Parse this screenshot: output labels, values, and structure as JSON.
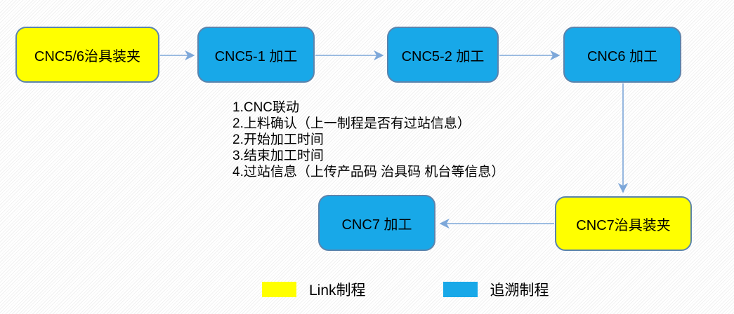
{
  "diagram": {
    "nodes": [
      {
        "label": "CNC5/6治具装夹",
        "type": "link"
      },
      {
        "label": "CNC5-1 加工",
        "type": "trace"
      },
      {
        "label": "CNC5-2 加工",
        "type": "trace"
      },
      {
        "label": "CNC6 加工",
        "type": "trace"
      },
      {
        "label": "CNC7 加工",
        "type": "trace"
      },
      {
        "label": "CNC7治具装夹",
        "type": "link"
      }
    ],
    "annotation": {
      "lines": [
        "1.CNC联动",
        "2.上料确认（上一制程是否有过站信息）",
        "2.开始加工时间",
        "3.结束加工时间",
        "4.过站信息（上传产品码 治具码 机台等信息）"
      ]
    },
    "legend": {
      "items": [
        {
          "label": "Link制程",
          "color": "#FFFF00"
        },
        {
          "label": "追溯制程",
          "color": "#18A8E8"
        }
      ]
    },
    "colors": {
      "link_fill": "#FFFF00",
      "trace_fill": "#18A8E8",
      "node_border": "#5B84AD",
      "arrow": "#7DA7D9",
      "text": "#000000"
    }
  }
}
